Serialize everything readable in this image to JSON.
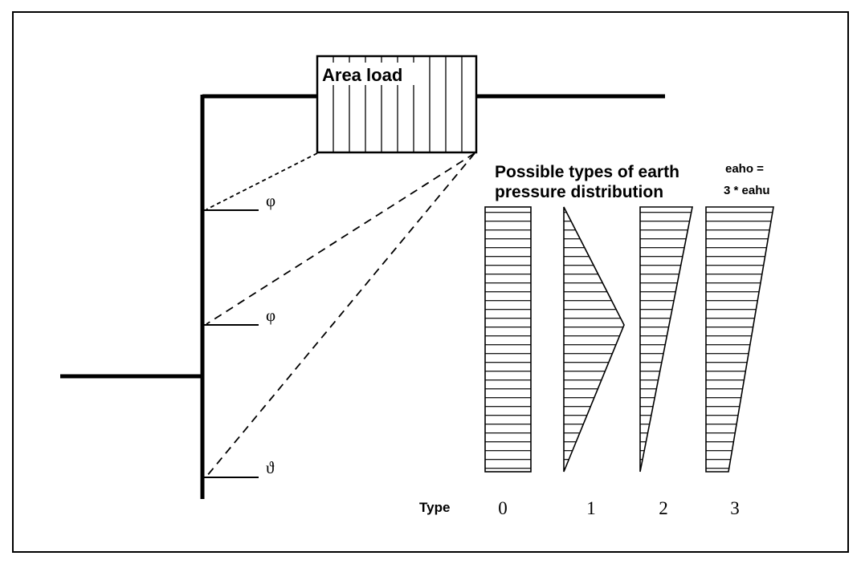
{
  "figure": {
    "background": "#ffffff",
    "ink": "#000000",
    "area_load": {
      "label": "Area load"
    },
    "title": {
      "line1": "Possible types of earth",
      "line2": "pressure distribution"
    },
    "eaho_note": {
      "line1": "eaho =",
      "line2": "3 * eahu"
    },
    "angles": {
      "upper": "φ",
      "middle": "φ",
      "lower": "ϑ"
    },
    "type_axis": {
      "label": "Type"
    },
    "distributions": [
      {
        "type": "0",
        "shape": "rectangle",
        "meaning": "uniform pressure over full height"
      },
      {
        "type": "1",
        "shape": "triangle with peak at mid-height"
      },
      {
        "type": "2",
        "shape": "triangle, maximum at top decreasing to zero at base"
      },
      {
        "type": "3",
        "shape": "trapezoid, top ordinate three times bottom ordinate (eaho = 3 * eahu)"
      }
    ]
  }
}
